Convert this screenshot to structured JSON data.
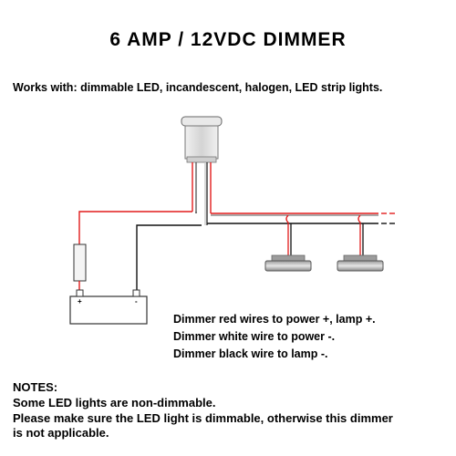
{
  "title": "6 AMP / 12VDC DIMMER",
  "subtitle": "Works with: dimmable LED, incandescent, halogen, LED strip lights.",
  "diagram": {
    "battery_positive": "+",
    "battery_negative": "-",
    "colors": {
      "red_wire": "#e21b1b",
      "black_wire": "#111111",
      "white_wire": "#c8c8c8",
      "dimmer_body": "#d9d9d9",
      "lamp_body": "#bfbfbf"
    },
    "components": [
      "dimmer",
      "fuse",
      "battery",
      "lamp",
      "lamp"
    ]
  },
  "instructions": [
    "Dimmer red wires to power +, lamp +.",
    "Dimmer white wire to power -.",
    "Dimmer black wire to lamp -."
  ],
  "notes": {
    "heading": "NOTES:",
    "lines": [
      "Some LED lights are non-dimmable.",
      "Please make sure the LED light is dimmable, otherwise this dimmer",
      "is not applicable."
    ]
  }
}
